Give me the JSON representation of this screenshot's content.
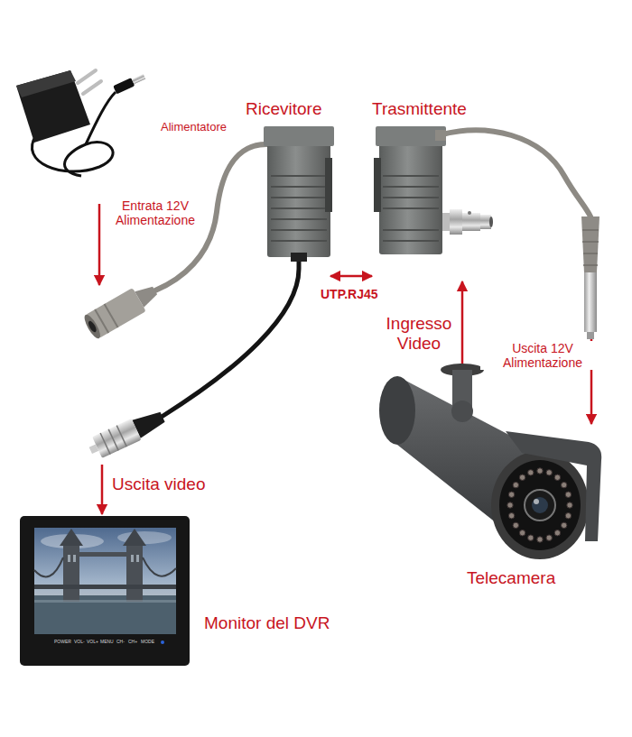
{
  "diagram": {
    "nodes": [
      {
        "text": [
          "Ricevitore"
        ]
      },
      {
        "text": [
          "Trasmittente"
        ]
      },
      {
        "text": [
          "Telecamera"
        ]
      },
      {
        "text": [
          "Monitor del DVR"
        ]
      }
    ],
    "edges": [
      {
        "from": 0,
        "to": 1,
        "label": "UTP.RJ45",
        "arrow": "both"
      },
      {
        "from": 2,
        "to": 1,
        "label": "Ingresso Video",
        "arrow": "to"
      },
      {
        "from": 1,
        "to": 2,
        "label": "Uscita 12V Alimentazione",
        "arrow": "to"
      },
      {
        "from": 0,
        "to": 3,
        "label": "Uscita video",
        "arrow": "to"
      }
    ],
    "labels": [
      "Alimentatore",
      "Entrata 12V Alimentazione",
      "POWER",
      "VOL-",
      "VOL+",
      "MENU",
      "CH-",
      "CH+",
      "MODE"
    ]
  }
}
